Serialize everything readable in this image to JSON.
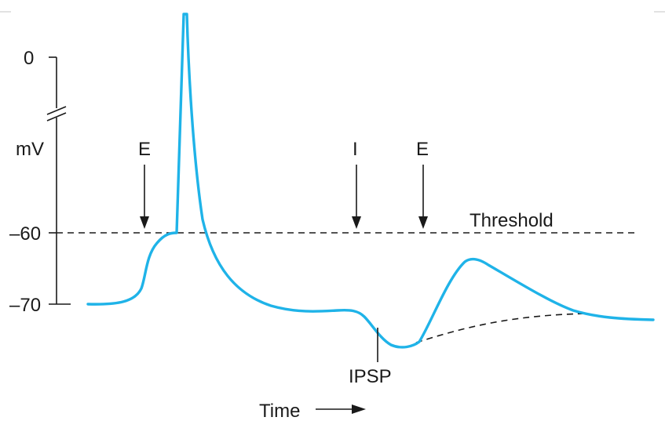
{
  "y_axis": {
    "tick_zero": "0",
    "unit": "mV",
    "tick_threshold": "–60",
    "tick_rest": "–70"
  },
  "threshold_label": "Threshold",
  "stimuli": [
    {
      "label": "E"
    },
    {
      "label": "I"
    },
    {
      "label": "E"
    }
  ],
  "ipsp_label": "IPSP",
  "x_axis": {
    "label": "Time"
  },
  "colors": {
    "trace": "#1fb3e8",
    "ink": "#1a1a1a"
  }
}
